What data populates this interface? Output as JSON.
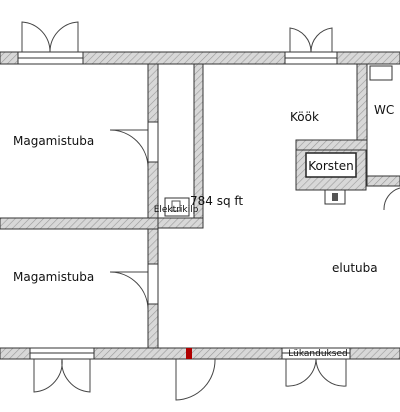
{
  "rooms": {
    "bedroom_top": "Magamistuba",
    "bedroom_bottom": "Magamistuba",
    "kitchen": "Köök",
    "wc": "WC",
    "living_room": "elutuba"
  },
  "labels": {
    "chimney": "Korsten",
    "electrical_panel": "Elektrikilp",
    "area": "784 sq ft",
    "hatches": "Lükanduksed"
  },
  "colors": {
    "wall_fill": "#cfcfcf",
    "wall_stroke": "#333333",
    "accent": "#b00000"
  }
}
